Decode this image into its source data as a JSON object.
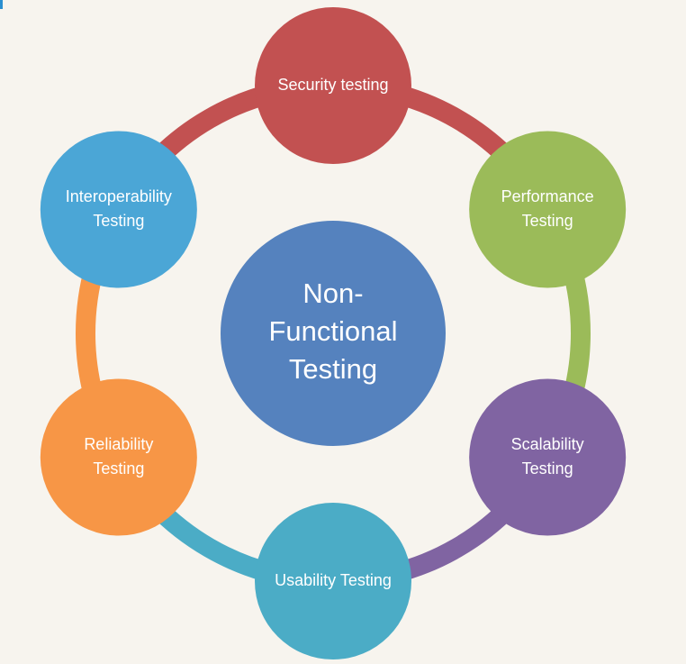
{
  "center": {
    "lines": [
      "Non-",
      "Functional",
      "Testing"
    ],
    "color": "#5582be"
  },
  "nodes": [
    {
      "id": "security",
      "lines": [
        "Security testing"
      ],
      "color": "#c25151",
      "connector_color": "#c25151"
    },
    {
      "id": "performance",
      "lines": [
        "Performance",
        "Testing"
      ],
      "color": "#9bbb59",
      "connector_color": "#9bbb59"
    },
    {
      "id": "scalability",
      "lines": [
        "Scalability",
        "Testing"
      ],
      "color": "#8064a2",
      "connector_color": "#8064a2"
    },
    {
      "id": "usability",
      "lines": [
        "Usability Testing"
      ],
      "color": "#4bacc6",
      "connector_color": "#4bacc6"
    },
    {
      "id": "reliability",
      "lines": [
        "Reliability",
        "Testing"
      ],
      "color": "#f79646",
      "connector_color": "#f79646"
    },
    {
      "id": "interoperability",
      "lines": [
        "Interoperability",
        "Testing"
      ],
      "color": "#4ba6d6",
      "connector_color": "#c25151"
    }
  ]
}
